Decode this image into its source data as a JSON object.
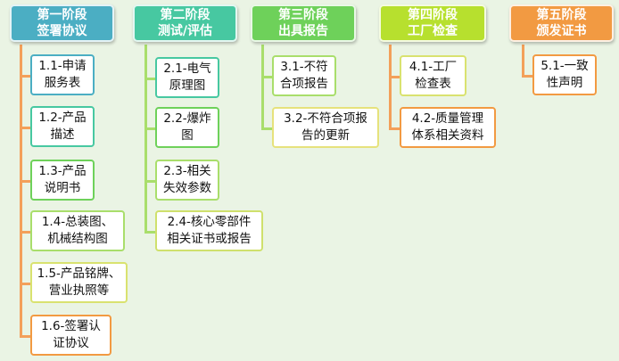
{
  "colors": {
    "stage1": "#4baec3",
    "stage2": "#47c8a1",
    "stage3": "#6ed15a",
    "stage4": "#b7e02e",
    "stage5": "#f29a42",
    "connector_orange": "#f3a05a",
    "connector_green": "#a9de6b",
    "connector_yellow": "#e6e27c"
  },
  "stages": [
    {
      "title": "第一阶段\n签署协议",
      "items": [
        "1.1-申请\n服务表",
        "1.2-产品\n描述",
        "1.3-产品\n说明书",
        "1.4-总装图、\n机械结构图",
        "1.5-产品铭牌、\n营业执照等",
        "1.6-签署认\n证协议"
      ]
    },
    {
      "title": "第二阶段\n测试/评估",
      "items": [
        "2.1-电气\n原理图",
        "2.2-爆炸\n图",
        "2.3-相关\n失效参数",
        "2.4-核心零部件\n相关证书或报告"
      ]
    },
    {
      "title": "第三阶段\n出具报告",
      "items": [
        "3.1-不符\n合项报告",
        "3.2-不符合项报\n告的更新"
      ]
    },
    {
      "title": "第四阶段\n工厂检查",
      "items": [
        "4.1-工厂\n检查表",
        "4.2-质量管理\n体系相关资料"
      ]
    },
    {
      "title": "第五阶段\n颁发证书",
      "items": [
        "5.1-一致\n性声明"
      ]
    }
  ]
}
